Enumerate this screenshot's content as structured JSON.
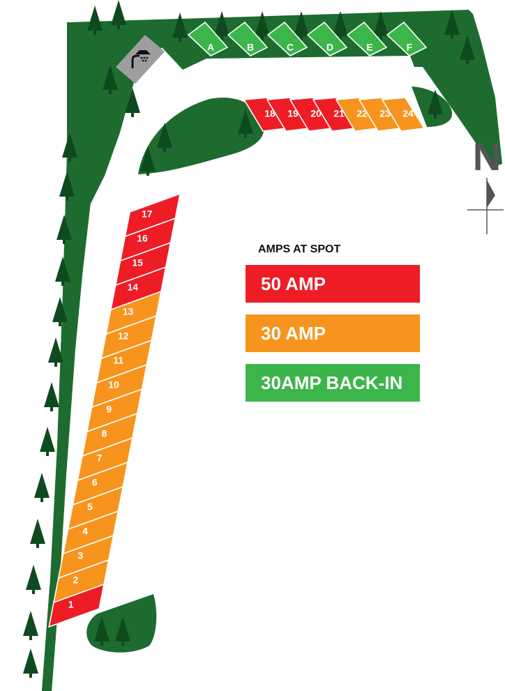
{
  "colors": {
    "forest": "#1e6b30",
    "tree": "#0f4a1f",
    "road": "#ffffff",
    "amp50": "#ee1c25",
    "amp30": "#f7941d",
    "backin": "#3cb54a",
    "facility": "#9e9e9e"
  },
  "facility": {
    "icon": "shower-toilet-icon"
  },
  "sites_back_in": [
    {
      "label": "A",
      "type": "backin"
    },
    {
      "label": "B",
      "type": "backin"
    },
    {
      "label": "C",
      "type": "backin"
    },
    {
      "label": "D",
      "type": "backin"
    },
    {
      "label": "E",
      "type": "backin"
    },
    {
      "label": "F",
      "type": "backin"
    }
  ],
  "sites_top": [
    {
      "label": "18",
      "type": "amp50"
    },
    {
      "label": "19",
      "type": "amp50"
    },
    {
      "label": "20",
      "type": "amp50"
    },
    {
      "label": "21",
      "type": "amp50"
    },
    {
      "label": "22",
      "type": "amp30"
    },
    {
      "label": "23",
      "type": "amp30"
    },
    {
      "label": "24",
      "type": "amp30"
    }
  ],
  "sites_left": [
    {
      "label": "1",
      "type": "amp50"
    },
    {
      "label": "2",
      "type": "amp30"
    },
    {
      "label": "3",
      "type": "amp30"
    },
    {
      "label": "4",
      "type": "amp30"
    },
    {
      "label": "5",
      "type": "amp30"
    },
    {
      "label": "6",
      "type": "amp30"
    },
    {
      "label": "7",
      "type": "amp30"
    },
    {
      "label": "8",
      "type": "amp30"
    },
    {
      "label": "9",
      "type": "amp30"
    },
    {
      "label": "10",
      "type": "amp30"
    },
    {
      "label": "11",
      "type": "amp30"
    },
    {
      "label": "12",
      "type": "amp30"
    },
    {
      "label": "13",
      "type": "amp30"
    },
    {
      "label": "14",
      "type": "amp50"
    },
    {
      "label": "15",
      "type": "amp50"
    },
    {
      "label": "16",
      "type": "amp50"
    },
    {
      "label": "17",
      "type": "amp50"
    }
  ],
  "legend": {
    "title": "AMPS AT SPOT",
    "items": [
      {
        "label": "50 AMP",
        "type": "amp50"
      },
      {
        "label": "30 AMP",
        "type": "amp30"
      },
      {
        "label": "30AMP BACK-IN",
        "type": "backin"
      }
    ]
  },
  "compass": {
    "letter": "N",
    "icon": "north-arrow-icon"
  }
}
